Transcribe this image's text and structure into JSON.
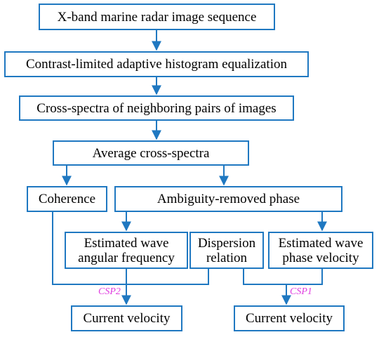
{
  "diagram": {
    "colors": {
      "border": "#1f78c1",
      "arrow": "#1f78c1",
      "text": "#000000",
      "edge_label": "#e040e0"
    },
    "nodes": {
      "input": "X-band marine radar image sequence",
      "clahe": "Contrast-limited adaptive histogram equalization",
      "cross_spectra": "Cross-spectra of neighboring pairs of images",
      "average": "Average cross-spectra",
      "coherence": "Coherence",
      "phase": "Ambiguity-removed phase",
      "angular_freq": "Estimated wave\nangular frequency",
      "dispersion": "Dispersion\nrelation",
      "phase_velocity": "Estimated wave\nphase velocity",
      "current_left": "Current velocity",
      "current_right": "Current velocity"
    },
    "edge_labels": {
      "csp2": "CSP2",
      "csp1": "CSP1"
    }
  }
}
